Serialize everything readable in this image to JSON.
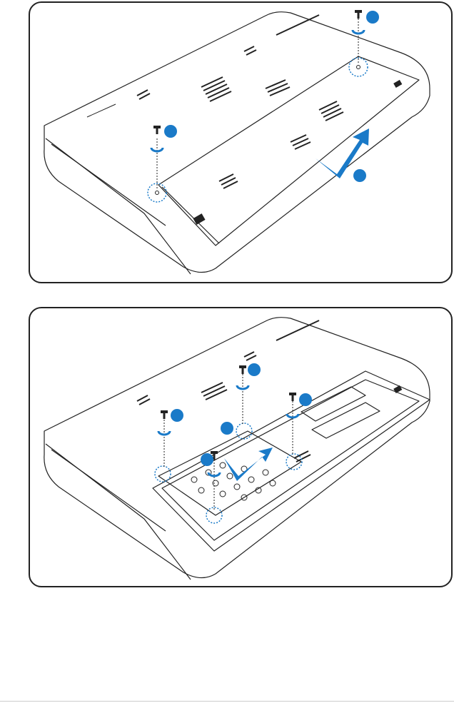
{
  "colors": {
    "accent": "#1a7ac8",
    "outline": "#222222",
    "background": "#ffffff",
    "footer_rule": "#cccccc"
  },
  "figure_top": {
    "description_kind": "laptop-underside-cover-removal",
    "icons": [
      "screw-icon",
      "rotate-arrow-icon",
      "lift-arrow-icon",
      "step-badge"
    ],
    "step_badge_count": 3
  },
  "figure_bottom": {
    "description_kind": "laptop-hdd-removal",
    "icons": [
      "screw-icon",
      "rotate-arrow-icon",
      "lift-arrow-icon",
      "step-badge"
    ],
    "step_badge_count": 5
  }
}
